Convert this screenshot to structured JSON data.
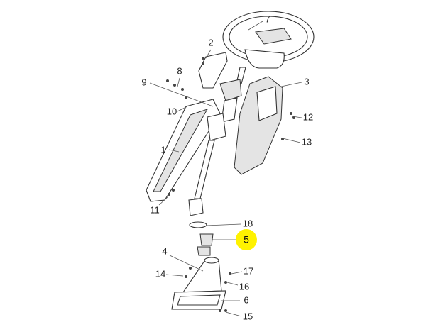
{
  "diagram": {
    "highlight_color": "#fff200",
    "highlighted_callout": "5",
    "callouts": {
      "c1": "1",
      "c2": "2",
      "c3": "3",
      "c4": "4",
      "c5": "5",
      "c6": "6",
      "c7": "7",
      "c8": "8",
      "c9": "9",
      "c10": "10",
      "c11": "11",
      "c12": "12",
      "c13": "13",
      "c14": "14",
      "c15": "15",
      "c16": "16",
      "c17": "17",
      "c18": "18"
    }
  }
}
